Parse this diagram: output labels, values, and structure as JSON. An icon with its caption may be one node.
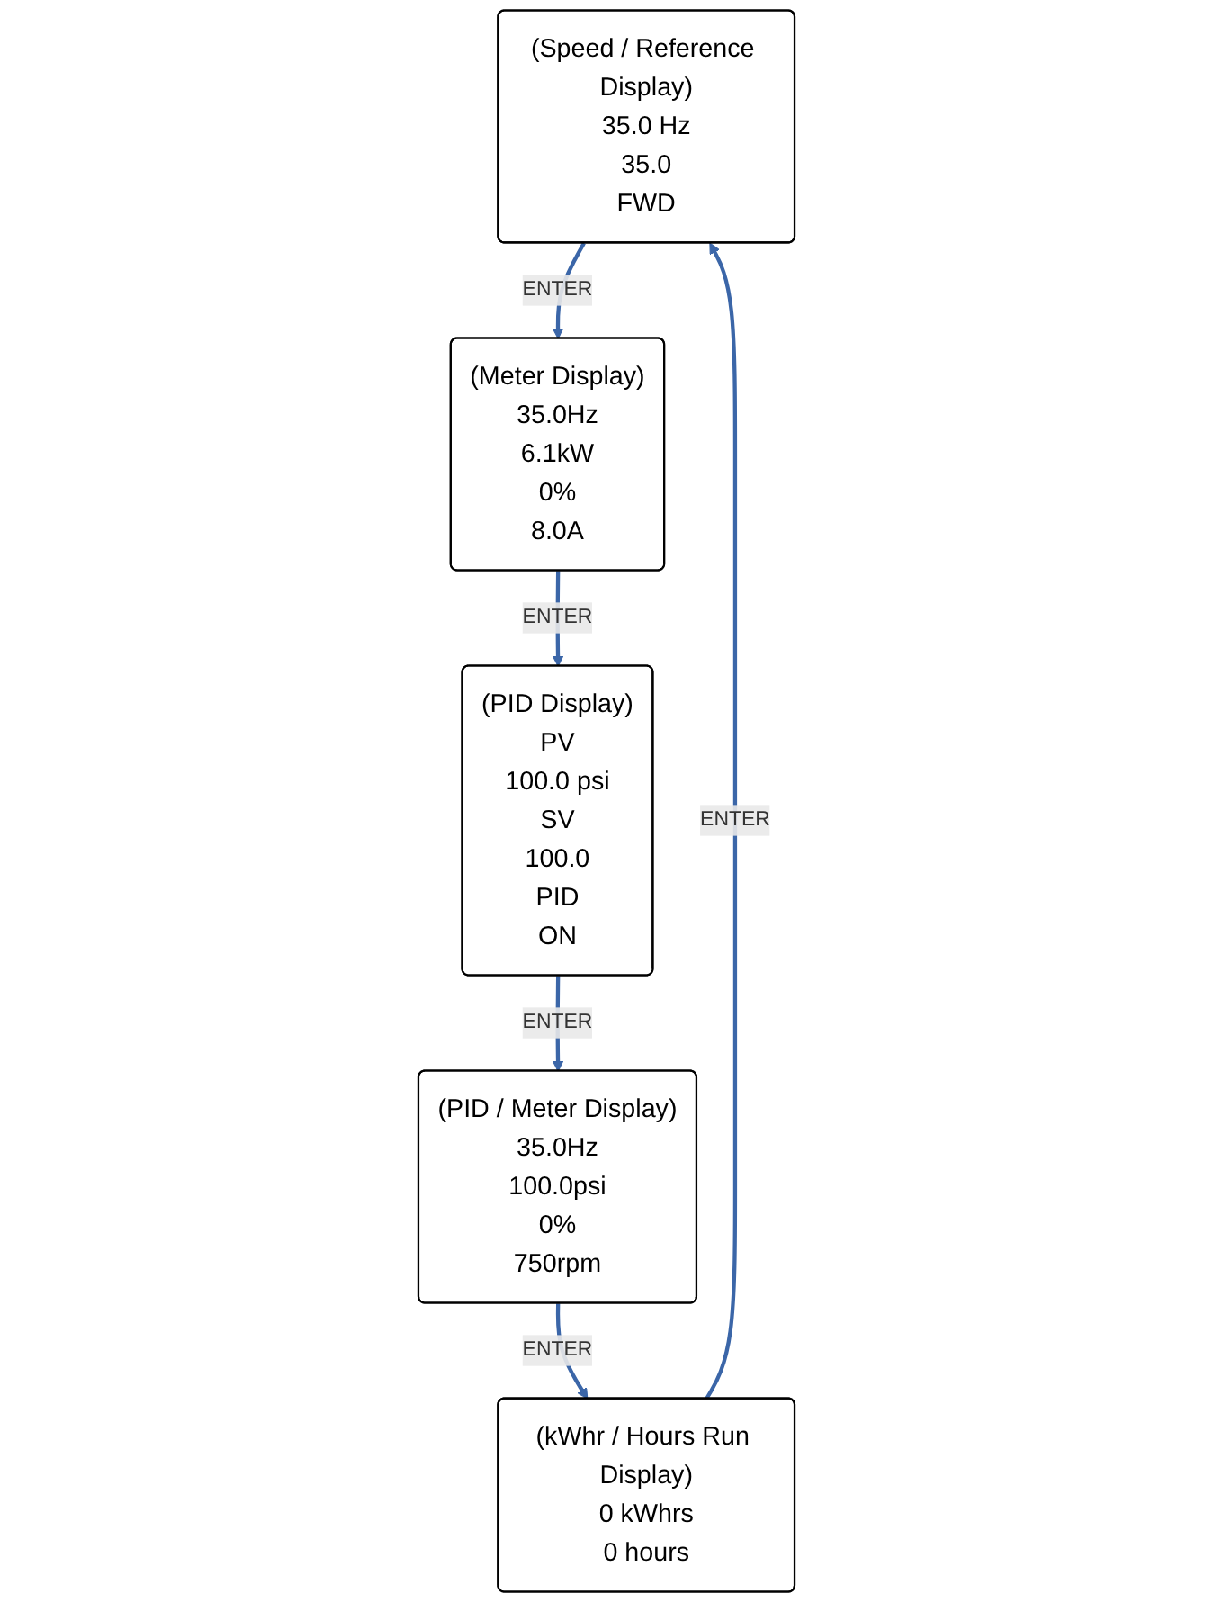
{
  "diagram": {
    "nodes": [
      {
        "text": [
          "(Speed / Reference Display)",
          "35.0 Hz",
          "35.0",
          "FWD"
        ]
      },
      {
        "text": [
          "(Meter Display)",
          "35.0Hz",
          "6.1kW",
          "0%",
          "8.0A"
        ]
      },
      {
        "text": [
          "(PID Display)",
          "PV",
          "100.0 psi",
          "SV",
          "100.0",
          "PID",
          "ON"
        ]
      },
      {
        "text": [
          "(PID / Meter Display)",
          "35.0Hz",
          "100.0psi",
          "0%",
          "750rpm"
        ]
      },
      {
        "text": [
          "(kWhr / Hours Run Display)",
          "0 kWhrs",
          "0 hours"
        ]
      }
    ],
    "edges": [
      {
        "from": 0,
        "to": 1,
        "arrow": "to",
        "label": "ENTER"
      },
      {
        "from": 1,
        "to": 2,
        "arrow": "to",
        "label": "ENTER"
      },
      {
        "from": 2,
        "to": 3,
        "arrow": "to",
        "label": "ENTER"
      },
      {
        "from": 3,
        "to": 4,
        "arrow": "to",
        "label": "ENTER"
      },
      {
        "from": 4,
        "to": 0,
        "arrow": "to",
        "label": "ENTER"
      }
    ]
  }
}
